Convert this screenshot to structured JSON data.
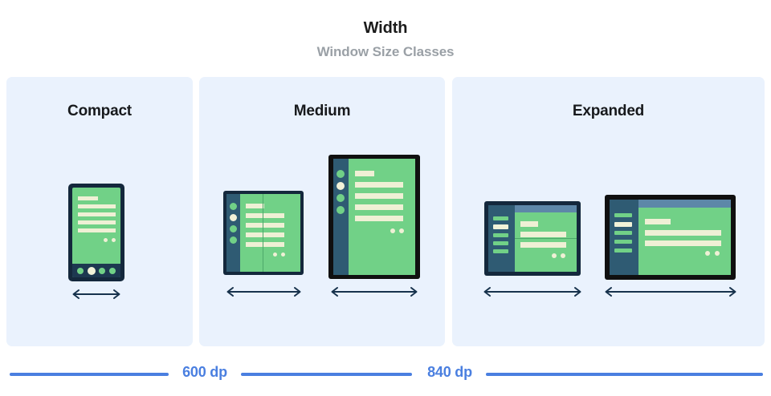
{
  "header": {
    "title": "Width",
    "subtitle": "Window Size Classes"
  },
  "panels": [
    {
      "key": "compact",
      "heading": "Compact",
      "devices": [
        "phone"
      ],
      "arrows": 1
    },
    {
      "key": "medium",
      "heading": "Medium",
      "devices": [
        "foldable-portrait",
        "tablet-portrait"
      ],
      "arrows": 2
    },
    {
      "key": "expanded",
      "heading": "Expanded",
      "devices": [
        "foldable-landscape",
        "tablet-landscape"
      ],
      "arrows": 2
    }
  ],
  "rulers": [
    {
      "label": "600 dp"
    },
    {
      "label": "840 dp"
    }
  ],
  "colors": {
    "panel_background": "#eaf2fd",
    "page_background": "#ffffff",
    "device_frame": "#14283c",
    "device_frame_dark": "#101010",
    "screen_green": "#71d187",
    "nav_rail": "#2f5b73",
    "content_line": "#eff0d5",
    "top_bar": "#5d87a8",
    "ruler_blue": "#4a7fe0",
    "title_text": "#1b1b1b",
    "subtitle_text": "#9aa0a6",
    "heading_text": "#17191c",
    "arrow_stroke": "#17324c"
  },
  "icons": {
    "arrow": "double-headed-horizontal-arrow-icon"
  }
}
